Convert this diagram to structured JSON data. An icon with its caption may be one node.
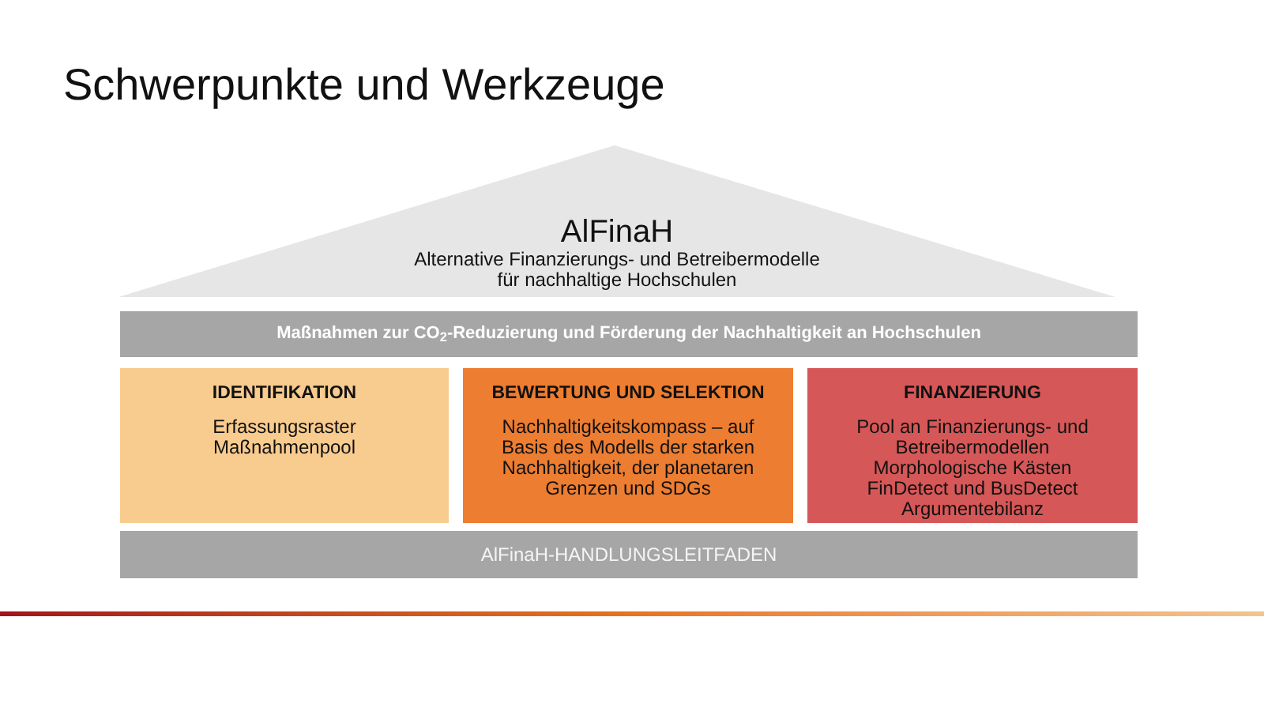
{
  "diagram": {
    "title": "Schwerpunkte und Werkzeuge",
    "nodes": [
      {
        "text": [
          "AlFinaH",
          "Alternative Finanzierungs- und Betreibermodelle für nachhaltige Hochschulen"
        ]
      },
      {
        "text": [
          "Maßnahmen zur CO$_{2}$-Reduzierung und Förderung der Nachhaltigkeit an Hochschulen"
        ]
      },
      {
        "text": [
          "IDENTIFIKATION",
          "Erfassungsraster",
          "Maßnahmenpool"
        ]
      },
      {
        "text": [
          "BEWERTUNG UND SELEKTION",
          "Nachhaltigkeitskompass – auf Basis des Modells der starken Nachhaltigkeit, der planetaren Grenzen und SDGs"
        ]
      },
      {
        "text": [
          "FINANZIERUNG",
          "Pool an Finanzierungs- und Betreibermodellen",
          "Morphologische Kästen",
          "FinDetect und BusDetect",
          "Argumentebilanz"
        ]
      },
      {
        "text": [
          "AlFinaH-HANDLUNGSLEITFADEN"
        ]
      }
    ]
  }
}
